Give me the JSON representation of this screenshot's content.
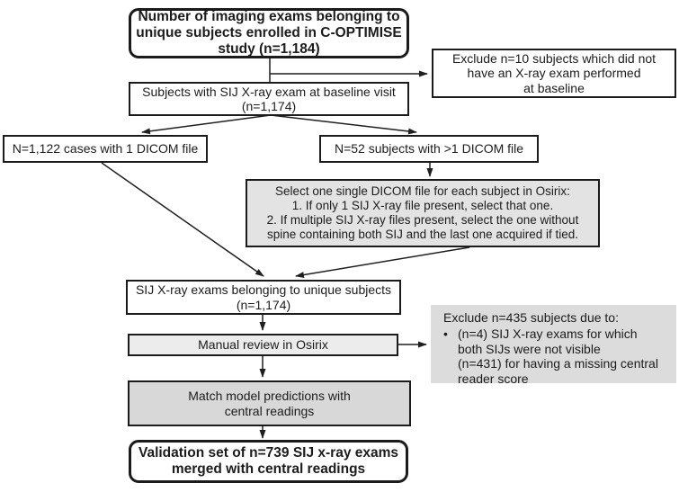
{
  "diagram": {
    "background": "#ffffff",
    "border_color": "#1b1b1b",
    "arrow_color": "#1f1f1f",
    "fills": {
      "select_box": "#e3e3e3",
      "manual_review_box": "#ececec",
      "match_box": "#d8d8d8",
      "exclude_manual_box": "#dcdcdc",
      "default_box": "#ffffff"
    },
    "nodes": {
      "top": {
        "lines": [
          "Number of imaging exams belonging to",
          "unique subjects enrolled in C-OPTIMISE",
          "study (n=1,184)"
        ]
      },
      "exclude_baseline": {
        "lines": [
          "Exclude n=10 subjects which did not",
          "have an X-ray exam performed",
          "at baseline"
        ]
      },
      "baseline": {
        "lines": [
          "Subjects with SIJ X-ray exam at baseline visit",
          "(n=1,174)"
        ]
      },
      "one_dicom": {
        "label": "N=1,122 cases with 1 DICOM file"
      },
      "multi_dicom": {
        "label": "N=52 subjects with >1 DICOM file"
      },
      "select_rule": {
        "lines": [
          "Select one single DICOM file for each subject in Osirix:",
          "1. If only 1 SIJ X-ray file present, select that one.",
          "2. If multiple SIJ X-ray files present, select the one without",
          "spine containing both SIJ and the last one acquired if tied."
        ]
      },
      "unique_exams": {
        "lines": [
          "SIJ X-ray exams belonging to unique subjects",
          "(n=1,174)"
        ]
      },
      "manual_review": {
        "label": "Manual review in Osirix"
      },
      "exclude_manual": {
        "title": "Exclude n=435 subjects due to:",
        "bullet": "•",
        "lines": [
          "(n=4) SIJ X-ray exams for which",
          "both SIJs were not visible",
          "(n=431) for having a missing central",
          "reader score"
        ]
      },
      "match": {
        "lines": [
          "Match model predictions with",
          "central readings"
        ]
      },
      "validation": {
        "lines": [
          "Validation set of n=739 SIJ x-ray exams",
          "merged with central readings"
        ]
      }
    }
  }
}
